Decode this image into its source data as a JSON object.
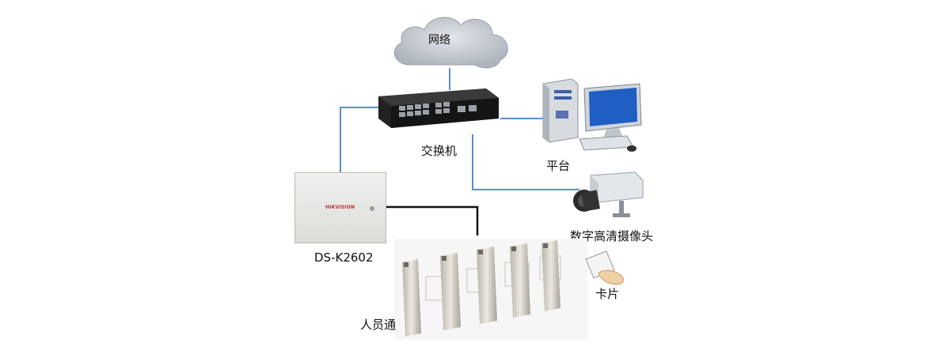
{
  "labels": {
    "network": "网络",
    "switch": "交换机",
    "platform": "平台",
    "camera": "数字高清摄像头",
    "controller": "DS-K2602",
    "card": "卡片",
    "turnstile": "人员通"
  },
  "controller_brand": "HIKVISION",
  "colors": {
    "link_blue": "#5b8fd0",
    "link_black": "#111111",
    "cloud": "#c9ced6"
  }
}
